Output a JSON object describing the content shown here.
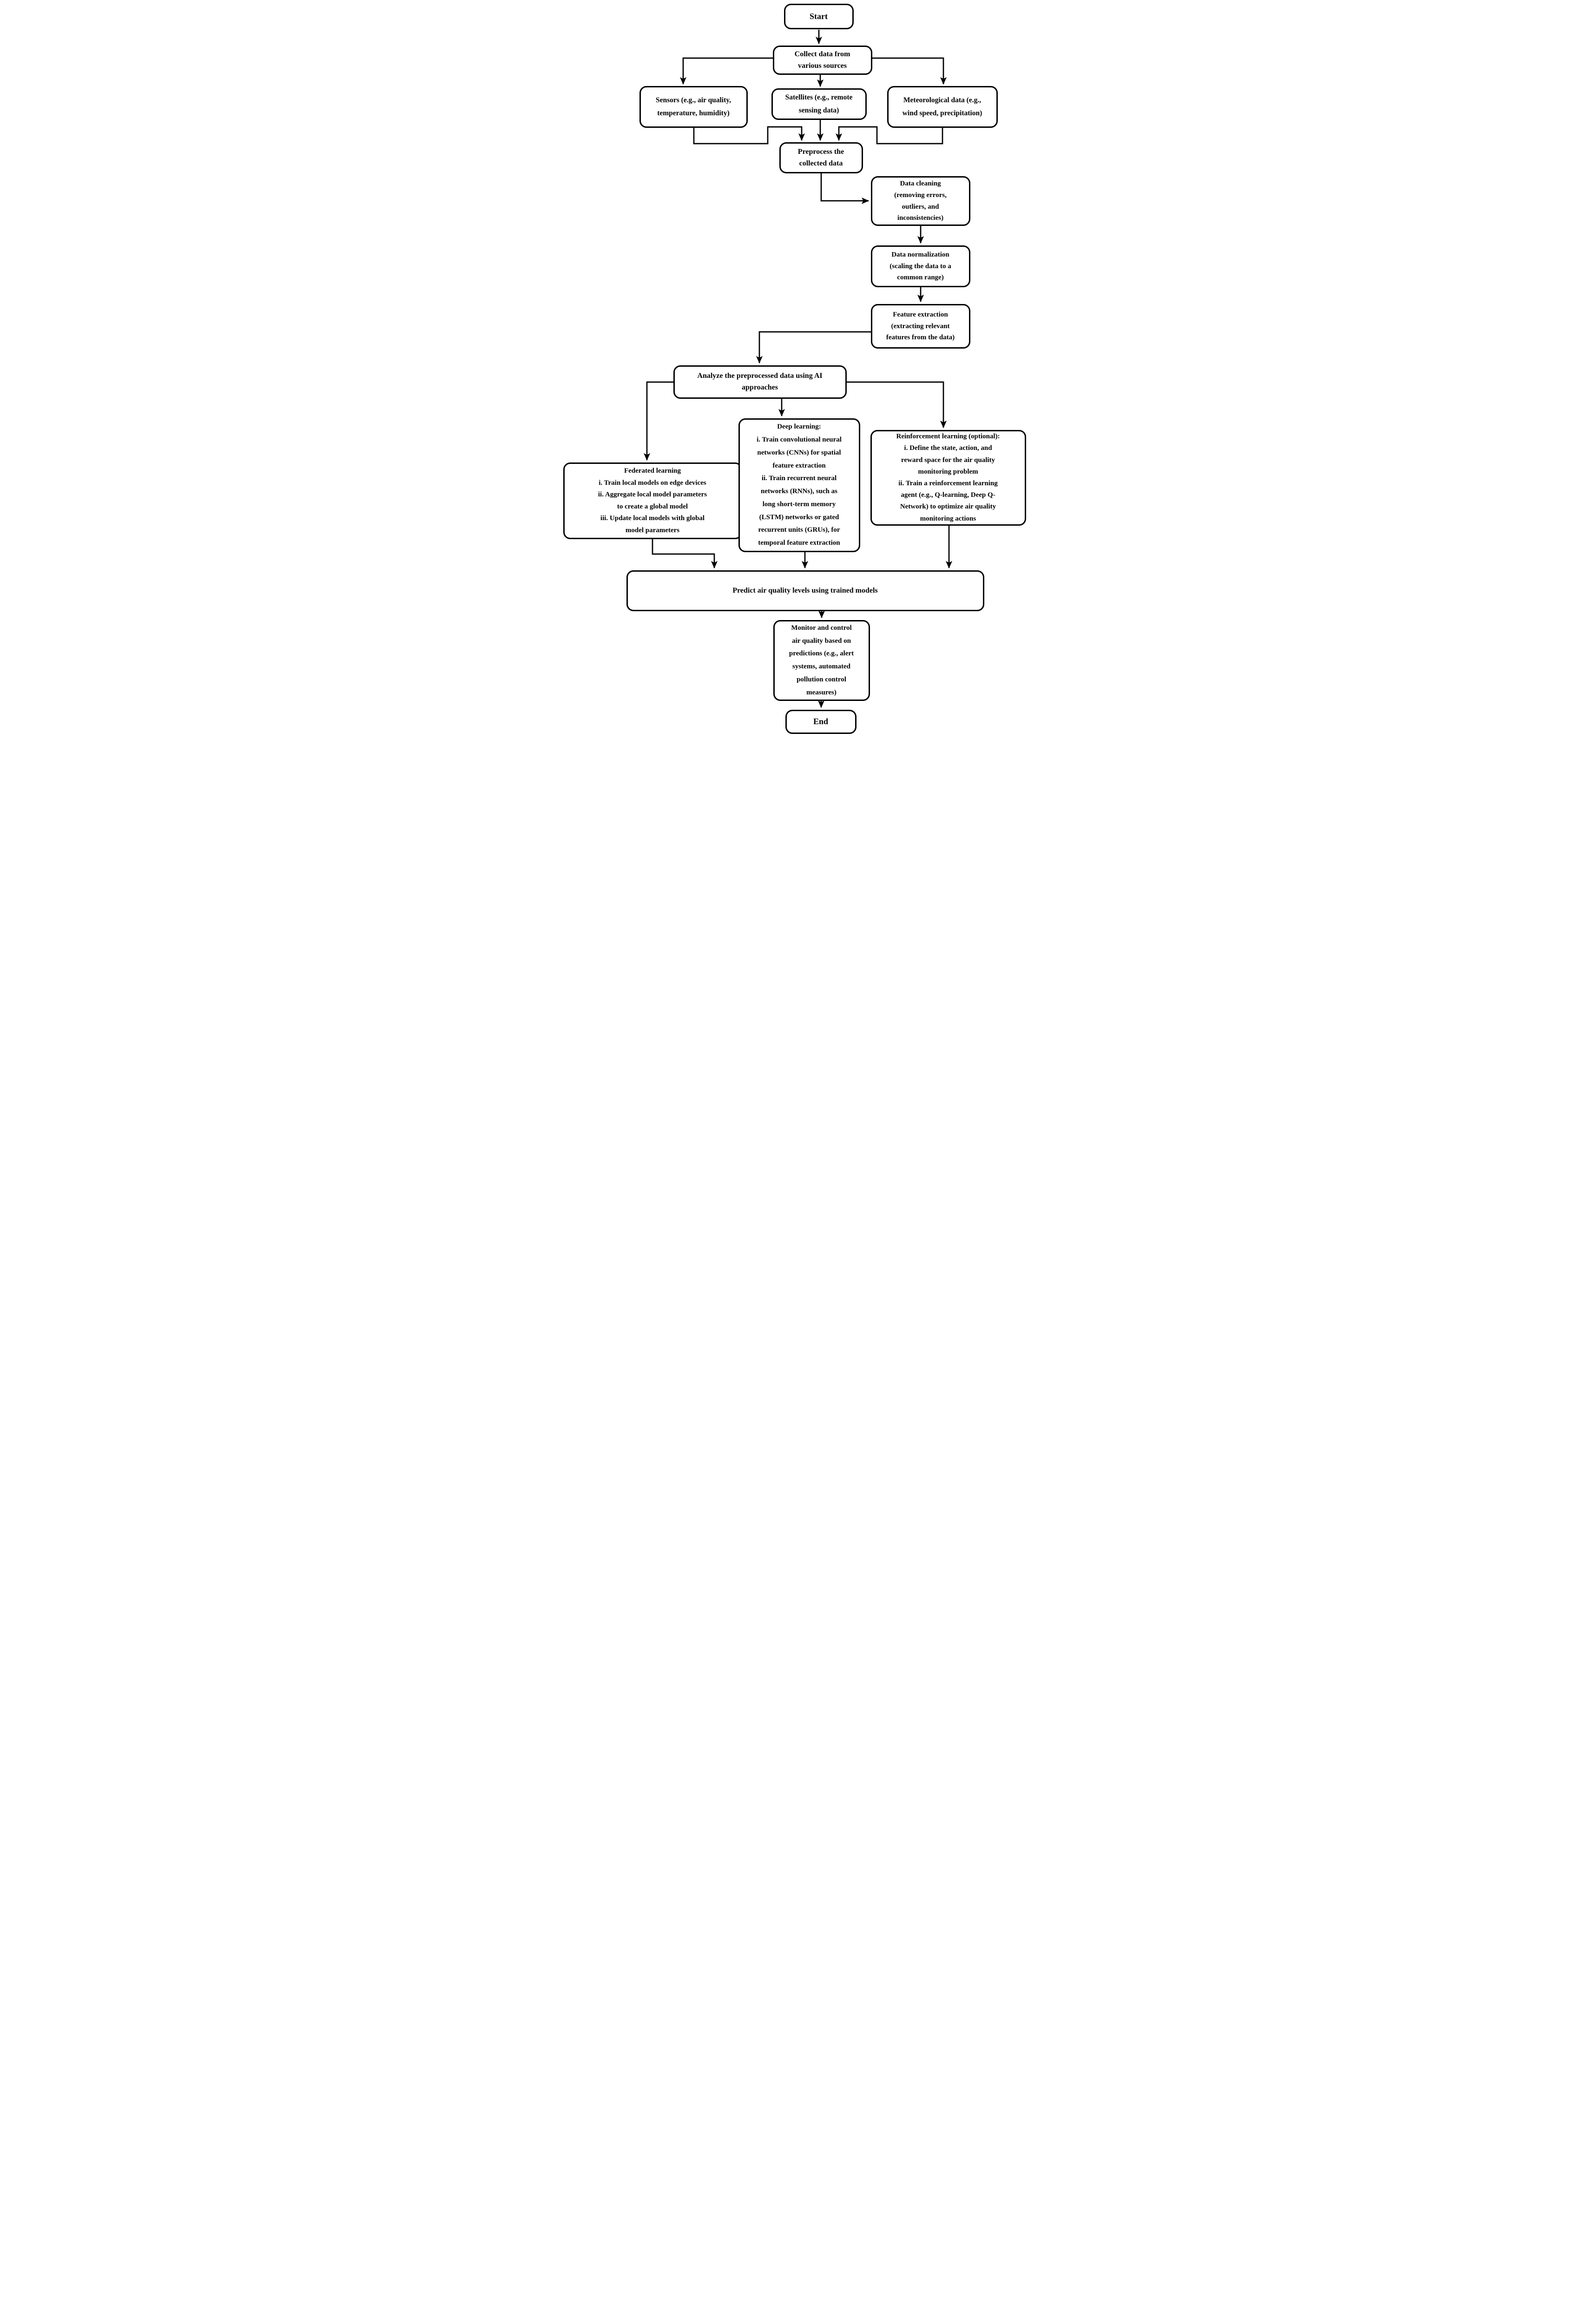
{
  "diagram": {
    "title": "Flowchart of AI-based air quality monitoring workflow",
    "colors": {
      "stroke": "#000000",
      "node_fill": "#ffffff",
      "text": "#000000",
      "background": "#ffffff"
    },
    "nodes": {
      "start": {
        "label": "Start"
      },
      "collect": {
        "label": "Collect data from\nvarious sources"
      },
      "sensors": {
        "label": "Sensors (e.g., air quality,\ntemperature, humidity)"
      },
      "satellites": {
        "label": "Satellites (e.g., remote\nsensing data)"
      },
      "meteorological": {
        "label": "Meteorological data (e.g.,\nwind speed, precipitation)"
      },
      "preprocess": {
        "label": "Preprocess the\ncollected data"
      },
      "cleaning": {
        "label": "Data cleaning\n(removing errors,\noutliers, and\ninconsistencies)"
      },
      "normalization": {
        "label": "Data normalization\n(scaling the data to a\ncommon range)"
      },
      "feature": {
        "label": "Feature extraction\n(extracting relevant\nfeatures from the data)"
      },
      "analyze": {
        "label": "Analyze the preprocessed data using AI\napproaches"
      },
      "federated": {
        "label": "Federated learning\ni. Train local models on edge devices\nii. Aggregate local model parameters\nto create a global model\niii. Update local models with global\nmodel parameters"
      },
      "deep": {
        "label": "Deep learning:\ni. Train convolutional neural\nnetworks (CNNs) for spatial\nfeature extraction\nii. Train recurrent neural\nnetworks (RNNs), such as\nlong short-term memory\n(LSTM) networks or gated\nrecurrent units (GRUs), for\ntemporal feature extraction"
      },
      "reinforcement": {
        "label": "Reinforcement learning (optional):\ni. Define the state, action, and\nreward space for the air quality\nmonitoring problem\nii. Train a reinforcement learning\nagent (e.g., Q-learning, Deep Q-\nNetwork) to optimize air quality\nmonitoring actions"
      },
      "predict": {
        "label": "Predict air quality levels using trained models"
      },
      "monitor": {
        "label": "Monitor and control\nair quality based on\npredictions (e.g., alert\nsystems, automated\npollution control\nmeasures)"
      },
      "end": {
        "label": "End"
      }
    }
  }
}
